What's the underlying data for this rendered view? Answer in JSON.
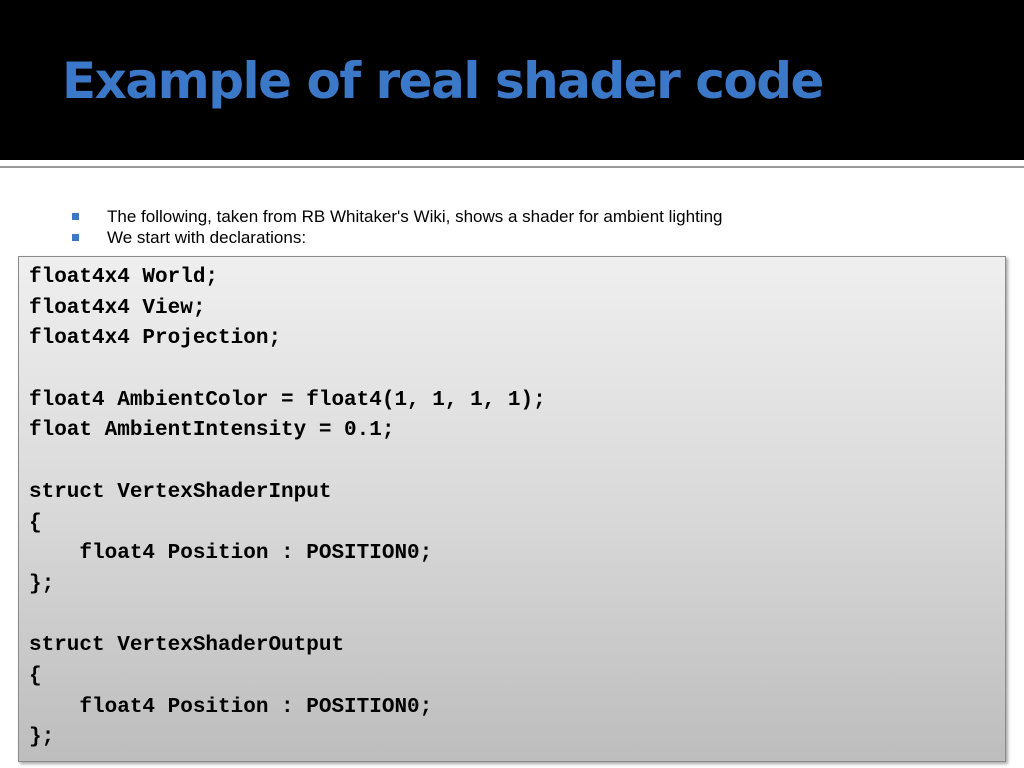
{
  "slide": {
    "title": "Example of real shader code",
    "accent_color": "#3c78c8",
    "bullets": [
      "The following, taken from RB Whitaker's Wiki, shows a shader for ambient lighting",
      "We start with declarations:"
    ],
    "code_lines": [
      "float4x4 World;",
      "float4x4 View;",
      "float4x4 Projection;",
      "",
      "float4 AmbientColor = float4(1, 1, 1, 1);",
      "float AmbientIntensity = 0.1;",
      "",
      "struct VertexShaderInput",
      "{",
      "    float4 Position : POSITION0;",
      "};",
      "",
      "struct VertexShaderOutput",
      "{",
      "    float4 Position : POSITION0;",
      "};"
    ]
  }
}
